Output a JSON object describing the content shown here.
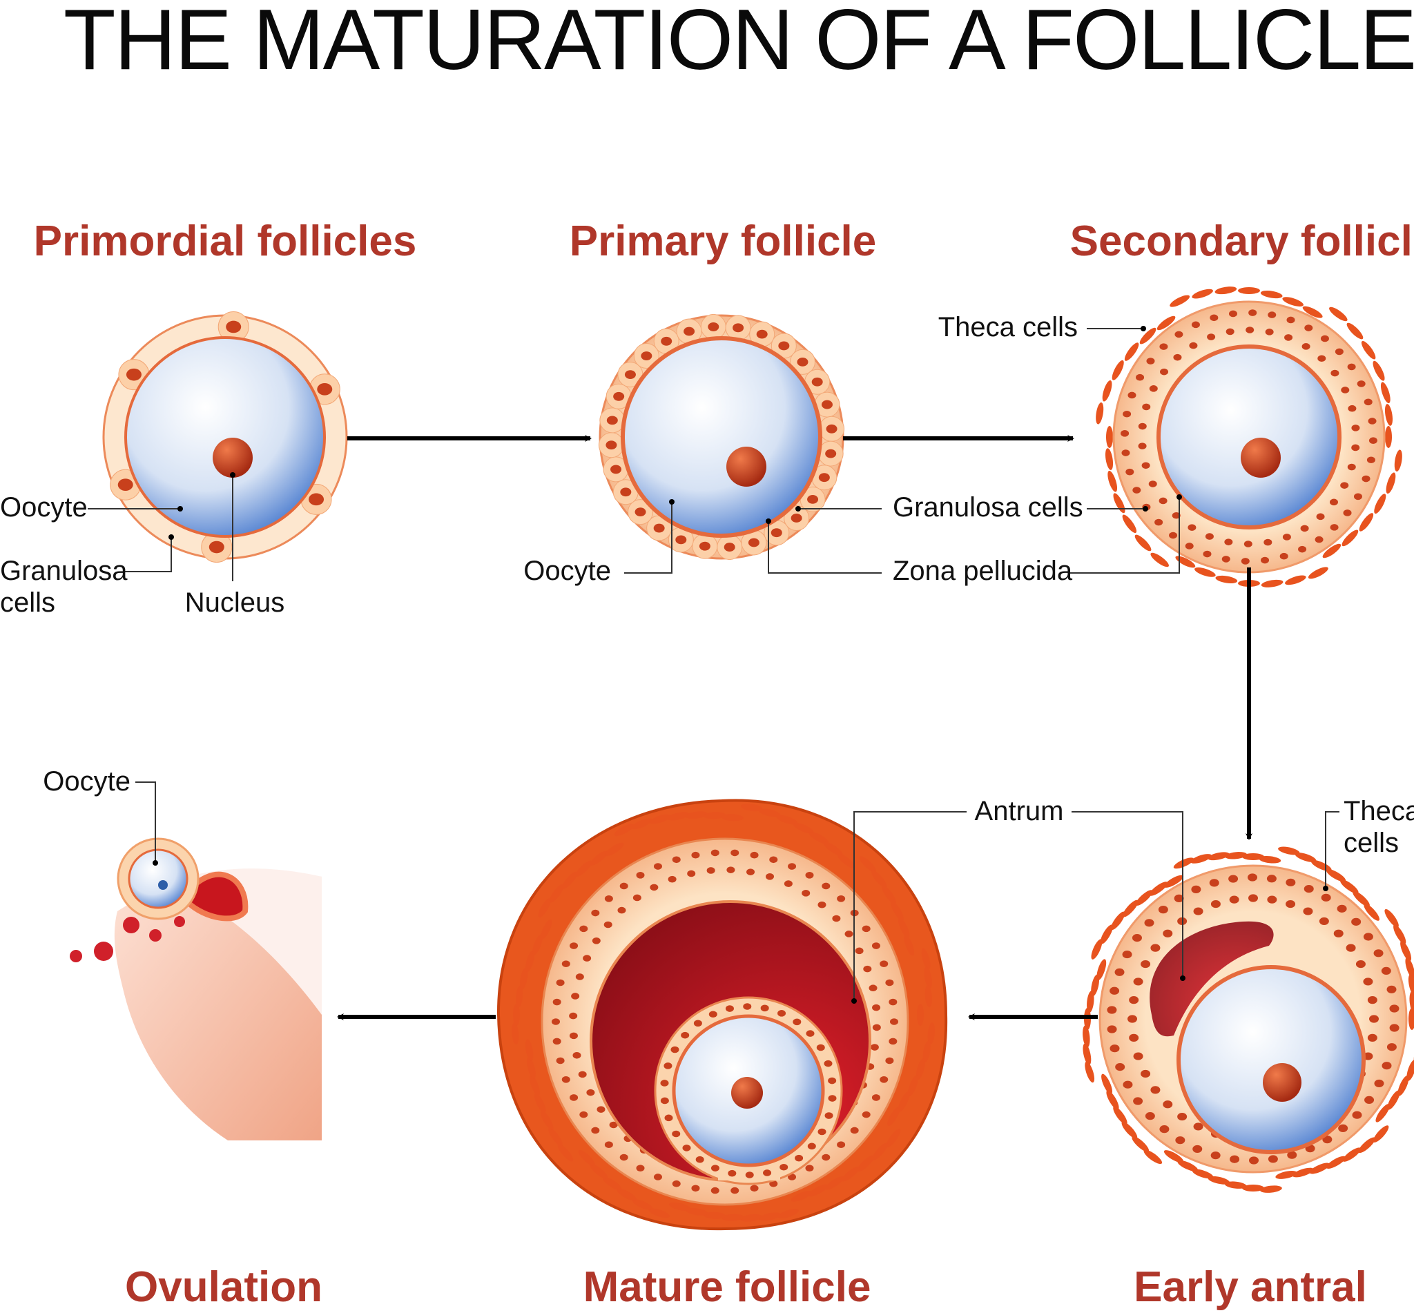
{
  "title": "THE MATURATION OF A FOLLICLE",
  "stages": {
    "primordial": "Primordial follicles",
    "primary": "Primary follicle",
    "secondary": "Secondary follicle",
    "early_antral": "Early antral",
    "mature": "Mature follicle",
    "ovulation": "Ovulation"
  },
  "labels": {
    "primordial_oocyte": "Oocyte",
    "primordial_granulosa_1": "Granulosa",
    "primordial_granulosa_2": "cells",
    "primordial_nucleus": "Nucleus",
    "primary_oocyte": "Oocyte",
    "granulosa_cells": "Granulosa cells",
    "zona_pellucida": "Zona pellucida",
    "theca_cells": "Theca cells",
    "antrum": "Antrum",
    "antral_theca_1": "Theca",
    "antral_theca_2": "cells",
    "ovulation_oocyte": "Oocyte"
  },
  "colors": {
    "stage_title": "#b0372a",
    "oocyte": "#cfdcf2",
    "nucleus": "#c8401c",
    "granulosa": "#fbd9b5",
    "theca": "#ec5a24",
    "antrum": "#a3121c"
  }
}
